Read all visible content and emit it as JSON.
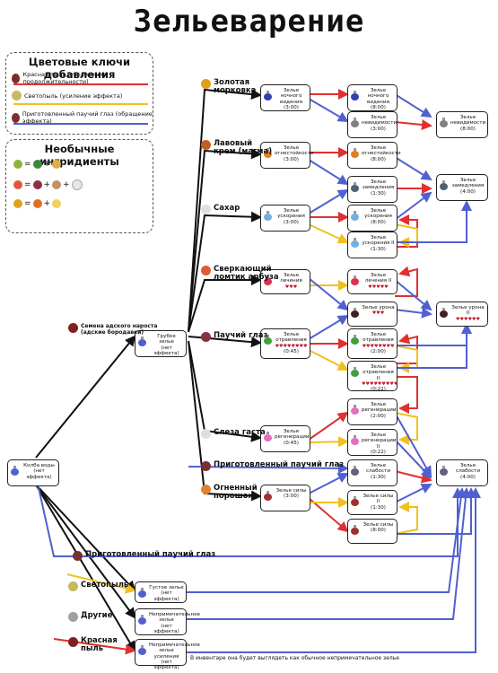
{
  "title": "Зельеварение",
  "keys_legend": {
    "title": "Цветовые ключи добавления",
    "items": [
      {
        "label": "Красная пыль (увеличение продолжительности)",
        "color": "#e03030",
        "icon": "redstone-icon"
      },
      {
        "label": "Светопыль (усиление эффекта)",
        "color": "#f0c020",
        "icon": "glowstone-icon"
      },
      {
        "label": "Приготовленный паучий глаз (обращение эффекта)",
        "color": "#5060d0",
        "icon": "spider-eye-icon"
      }
    ]
  },
  "recipes_legend": {
    "title": "Необычные ингридиенты",
    "rows": [
      {
        "items": [
          "melon-icon",
          "=",
          "slice-icon",
          "+",
          "gold-nugget-icon"
        ]
      },
      {
        "items": [
          "watermelon-icon",
          "=",
          "spider-eye-icon",
          "+",
          "mushroom-icon"
        ]
      },
      {
        "items": [
          "golden-carrot-icon",
          "=",
          "carrot-icon",
          "+",
          "sugar-icon"
        ]
      }
    ]
  },
  "boxes": {
    "water": [
      "Колба воды",
      "(нет эффекта)"
    ],
    "awkward": [
      "Грубое зелье",
      "(нет эффекта)"
    ],
    "nv1": [
      "Зелье ночного",
      "видения",
      "(3:00)"
    ],
    "nv2": [
      "Зелье ночного",
      "видения",
      "(8:00)"
    ],
    "inv1": [
      "Зелье",
      "невидимости",
      "(3:00)"
    ],
    "inv2": [
      "Зелье",
      "невидимости",
      "(8:00)"
    ],
    "fr1": [
      "Зелье",
      "огнестойкости",
      "(3:00)"
    ],
    "fr2": [
      "Зелье",
      "огнестойкости",
      "(8:00)"
    ],
    "sl1": [
      "Зелье",
      "замедления",
      "(1:30)"
    ],
    "sl2": [
      "Зелье",
      "замедления",
      "(4:00)"
    ],
    "sp1": [
      "Зелье",
      "ускорения",
      "(3:00)"
    ],
    "sp2": [
      "Зелье",
      "ускорения",
      "(8:00)"
    ],
    "sp3": [
      "Зелье",
      "ускорения II",
      "(1:30)"
    ],
    "he1": [
      "Зелье лечения",
      "♥♥♥"
    ],
    "he2": [
      "Зелье лечения II",
      "♥♥♥♥♥"
    ],
    "ha1": [
      "Зелье урона",
      "♥♥♥"
    ],
    "ha2": [
      "Зелье урона II",
      "♥♥♥♥♥♥"
    ],
    "po1": [
      "Зелье отравления",
      "♥♥♥♥♥♥♥♥",
      "(0:45)"
    ],
    "po2": [
      "Зелье отравления",
      "♥♥♥♥♥♥♥♥",
      "(2:00)"
    ],
    "po3": [
      "Зелье отравления II",
      "♥♥♥♥♥♥♥♥♥",
      "(0:22)"
    ],
    "re1": [
      "Зелье",
      "регенерации",
      "(0:45)"
    ],
    "re2": [
      "Зелье",
      "регенерации",
      "(2:00)"
    ],
    "re3": [
      "Зелье",
      "регенерации II",
      "(0:22)"
    ],
    "we1": [
      "Зелье слабости",
      "(1:30)"
    ],
    "we2": [
      "Зелье слабости",
      "(4:00)"
    ],
    "st1": [
      "Зелье силы",
      "(3:00)"
    ],
    "st2": [
      "Зелье силы II",
      "(1:30)"
    ],
    "st3": [
      "Зелье силы",
      "(8:00)"
    ],
    "thick": [
      "Густое зелье",
      "(нет эффекта)"
    ],
    "mundane": [
      "Непримечательное",
      "зелье",
      "(нет эффекта)"
    ],
    "mundane_ext": [
      "Непримечательное",
      "зелье усиления",
      "(нет эффекта)"
    ]
  },
  "ingredients": {
    "wart": [
      "Семена адского нароста",
      "(адские бородавки)"
    ],
    "golden_carrot": [
      "Золотая",
      "морковка"
    ],
    "magma": [
      "Лавовый",
      "крем (магма)"
    ],
    "sugar": [
      "Сахар"
    ],
    "melon": [
      "Сверкающий",
      "ломтик арбуза"
    ],
    "spider": [
      "Паучий глаз"
    ],
    "ghast": [
      "Слеза гаста"
    ],
    "fermented": [
      "Приготовленный паучий глаз"
    ],
    "blaze": [
      "Огненный",
      "порошок"
    ],
    "fermented2": [
      "Приготовленный паучий глаз"
    ],
    "glow": [
      "Светопыль"
    ],
    "other": [
      "Другие"
    ],
    "red": [
      "Красная",
      "пыль"
    ]
  },
  "note": "В инвентаре она будет выглядеть как обычное непримечательное зелье",
  "colors": {
    "red": "#e03030",
    "yellow": "#f0c020",
    "blue": "#5060d0",
    "black": "#111111"
  }
}
